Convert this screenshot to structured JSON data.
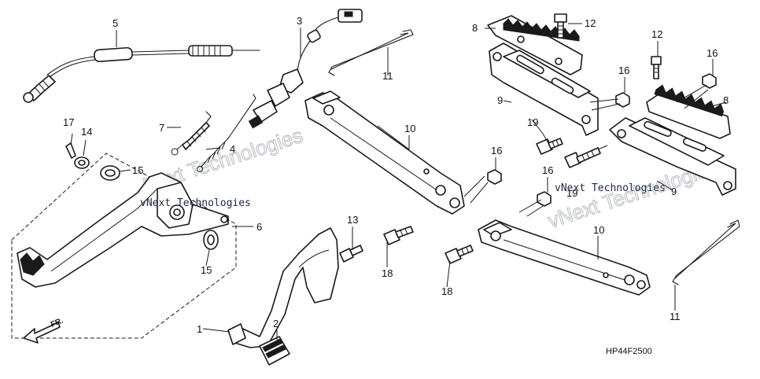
{
  "diagram": {
    "code": "HP44F2500",
    "direction_label": "FR.",
    "watermark": "vNext Technologies",
    "callouts": {
      "c1": "1",
      "c2": "2",
      "c3": "3",
      "c4": "4",
      "c5": "5",
      "c6": "6",
      "c7": "7",
      "c8a": "8",
      "c8b": "8",
      "c9a": "9",
      "c9b": "9",
      "c10a": "10",
      "c10b": "10",
      "c11a": "11",
      "c11b": "11",
      "c12a": "12",
      "c12b": "12",
      "c13": "13",
      "c14": "14",
      "c15a": "15",
      "c15b": "15",
      "c16a": "16",
      "c16b": "16",
      "c16c": "16",
      "c16d": "16",
      "c17": "17",
      "c18a": "18",
      "c18b": "18",
      "c19a": "19",
      "c19b": "19"
    }
  }
}
